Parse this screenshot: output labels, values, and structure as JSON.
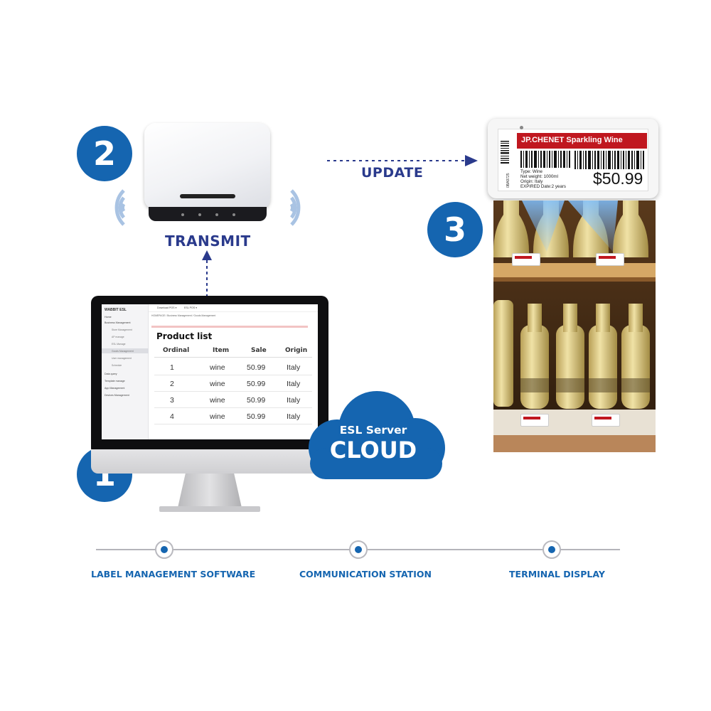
{
  "steps": {
    "software": {
      "number": "1"
    },
    "station": {
      "number": "2",
      "caption": "TRANSMIT"
    },
    "display": {
      "number": "3"
    }
  },
  "update_label": "UPDATE",
  "cloud": {
    "line1": "ESL Server",
    "line2": "CLOUD"
  },
  "software_ui": {
    "logo": "WABBIT ESL",
    "menu": [
      "Home",
      "Business Management",
      "Data query",
      "Template manage",
      "App Management",
      "Devices Management"
    ],
    "submenu": [
      "Store Management",
      "AP manage",
      "ESL Manage",
      "Goods Management",
      "User management",
      "Schedule"
    ],
    "topbar": [
      "Download POS ▾",
      "ESL POS ▾"
    ],
    "breadcrumb": "HOMEPAGE / Business Management / Goods Management",
    "product_list": {
      "title": "Product list",
      "columns": [
        "Ordinal",
        "Item",
        "Sale",
        "Origin"
      ],
      "rows": [
        [
          "1",
          "wine",
          "50.99",
          "Italy"
        ],
        [
          "2",
          "wine",
          "50.99",
          "Italy"
        ],
        [
          "3",
          "wine",
          "50.99",
          "Italy"
        ],
        [
          "4",
          "wine",
          "50.99",
          "Italy"
        ]
      ]
    }
  },
  "esl_tag": {
    "product_name": "JP.CHENET  Sparkling Wine",
    "details": [
      "Type: Wine",
      "Net weight: 1000ml",
      "Origin: Italy",
      "EXPIRED Date:2 years"
    ],
    "price": "$50.99",
    "side_code": "0BA9725"
  },
  "timeline": [
    "LABEL MANAGEMENT SOFTWARE",
    "COMMUNICATION STATION",
    "TERMINAL DISPLAY"
  ],
  "colors": {
    "brand_blue": "#1565b0",
    "caption_navy": "#2a3a8c",
    "tag_red": "#c0171f"
  }
}
